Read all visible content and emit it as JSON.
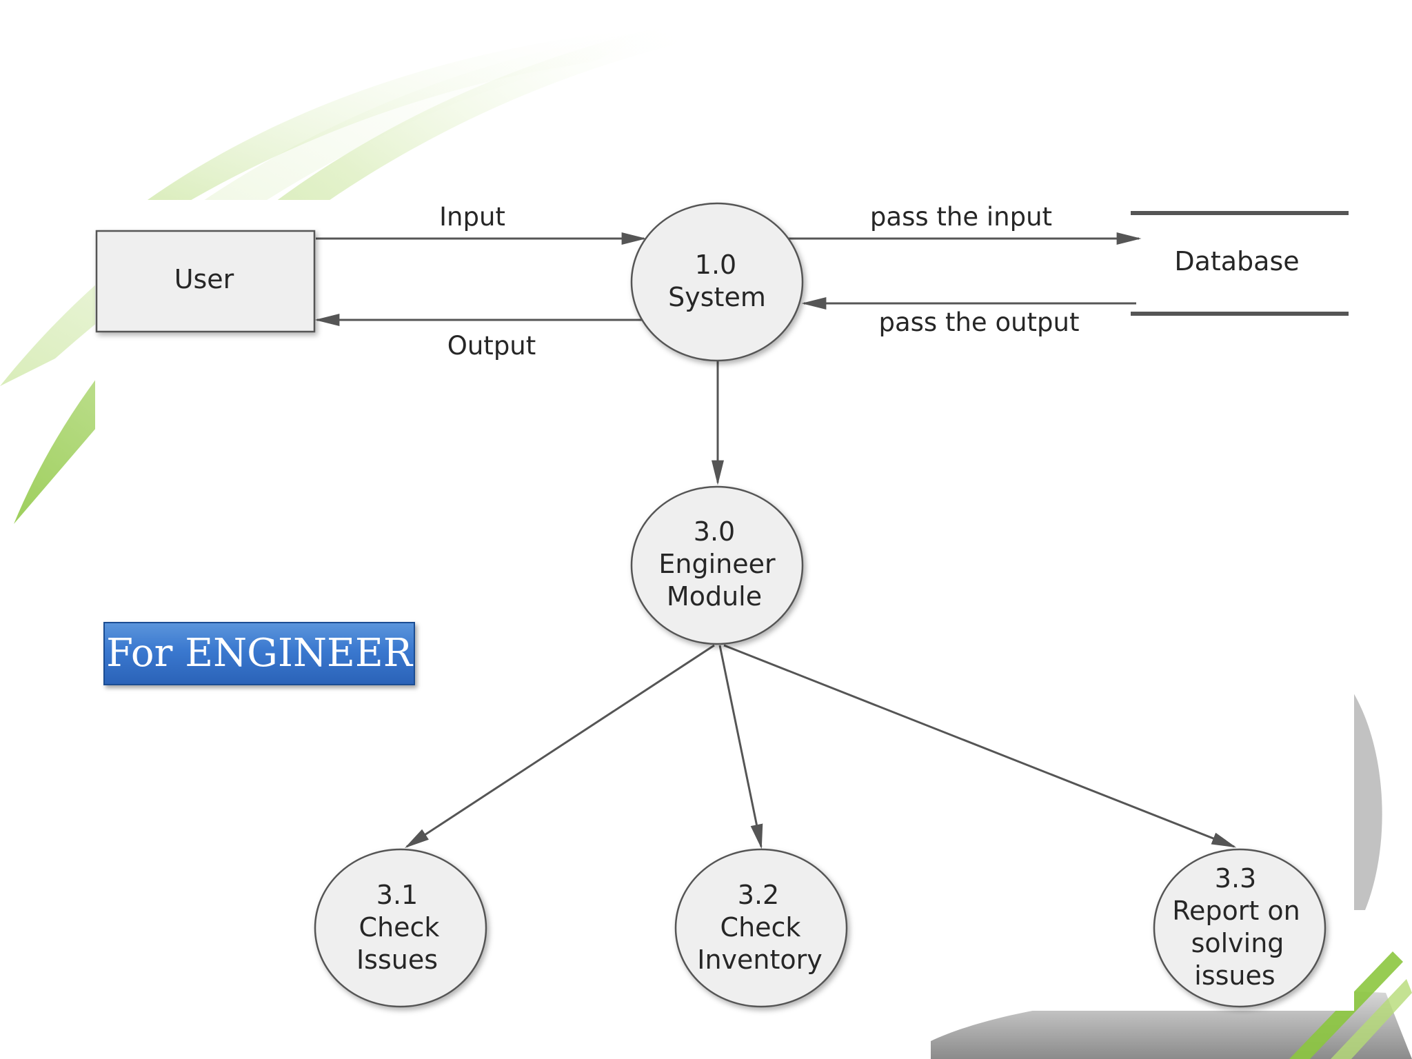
{
  "slide": {
    "badge_text": "For ENGINEER"
  },
  "diagram": {
    "entity_user": "User",
    "process_system": [
      "1.0",
      "System"
    ],
    "datastore": "Database",
    "process_engineer": [
      "3.0",
      "Engineer",
      "Module"
    ],
    "process_check_issues": [
      "3.1",
      "Check",
      "Issues"
    ],
    "process_check_inventory": [
      "3.2",
      "Check",
      "Inventory"
    ],
    "process_report": [
      "3.3",
      "Report on",
      "solving",
      "issues"
    ],
    "flows": {
      "input": "Input",
      "output": "Output",
      "pass_input": "pass the input",
      "pass_output": "pass the output"
    }
  },
  "colors": {
    "node_fill": "#efefef",
    "node_stroke": "#555555",
    "line": "#555555",
    "accent_green": "#8cc63f",
    "badge_blue": "#3a78cf"
  }
}
